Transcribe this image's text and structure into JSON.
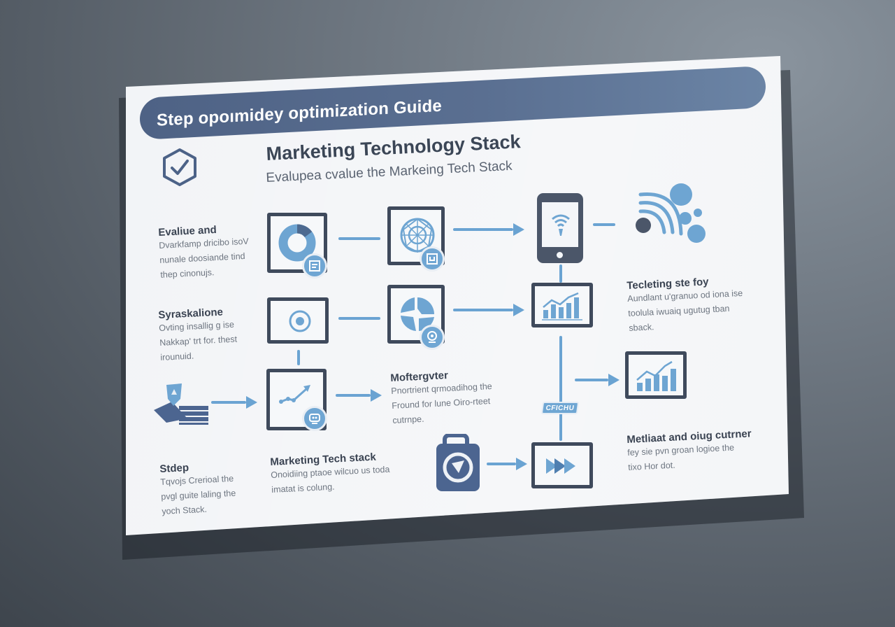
{
  "banner": {
    "title": "Step opoımidey optimization Guide"
  },
  "header": {
    "icon": "hexagon-check-icon",
    "title": "Marketing Technology Stack",
    "subtitle": "Evalupea cvalue the Markeing Tech Stack"
  },
  "left_steps": [
    {
      "title": "Evaliue and",
      "lines": [
        "Dvarkfamp dricibo isoV",
        "nunale doosiande tind",
        "thep cinonujs."
      ]
    },
    {
      "title": "Syraskalione",
      "lines": [
        "Ovting insallig g ise",
        "Nakkap' trt for. thest",
        "irounuid."
      ]
    },
    {
      "title": "Stdep",
      "lines": [
        "Tqvojs Crerioal the",
        "pvgl guite laling the",
        "yoch Stack."
      ]
    }
  ],
  "middle_blocks": [
    {
      "title": "Moftergvter",
      "lines": [
        "Pnortrient qrmoadihog the",
        "Fround for lune Oiro-rteet",
        "cutrnpe."
      ]
    },
    {
      "title": "Marketing Tech stack",
      "lines": [
        "Onoidiing ptaoe wilcuo us toda",
        "imatat is colung."
      ]
    }
  ],
  "right_blocks": [
    {
      "title": "Tecleting ste foy",
      "lines": [
        "Aundlant u'granuo od iona ise",
        "toolula iwuaiq ugutug tban",
        "sback."
      ]
    },
    {
      "title": "Metliaat and oiug cutrner",
      "lines": [
        "fey sie pvn groan logioe the",
        "tixo Hor dot."
      ]
    }
  ],
  "nodes": [
    {
      "id": "donut-chart-node",
      "icon": "donut-chart-icon",
      "badge": "report-icon"
    },
    {
      "id": "network-globe-node",
      "icon": "network-globe-icon",
      "badge": "connector-icon"
    },
    {
      "id": "mobile-tablet-node",
      "icon": "wifi-signal-icon"
    },
    {
      "id": "signal-bubbles-node",
      "icon": "signal-bubbles-icon"
    },
    {
      "id": "target-node",
      "icon": "target-icon"
    },
    {
      "id": "pie-segments-node",
      "icon": "pie-segments-icon",
      "badge": "webcam-icon"
    },
    {
      "id": "bar-chart-node-1",
      "icon": "growth-chart-icon"
    },
    {
      "id": "shield-docs-node",
      "icon": "shield-documents-icon"
    },
    {
      "id": "trend-line-node",
      "icon": "trend-line-icon",
      "badge": "robot-icon"
    },
    {
      "id": "bar-chart-node-2",
      "icon": "growth-chart-icon"
    },
    {
      "id": "camera-bag-node",
      "icon": "compass-bag-icon"
    },
    {
      "id": "fast-forward-node",
      "icon": "fast-forward-icon"
    }
  ],
  "tag": {
    "label": "CFICHU"
  },
  "colors": {
    "banner": "#5a6f91",
    "frame": "#3f4a5c",
    "accent": "#6aa3d2",
    "card": "#f1f3f6",
    "title_text": "#3b4656",
    "body_text": "#6d7580"
  }
}
